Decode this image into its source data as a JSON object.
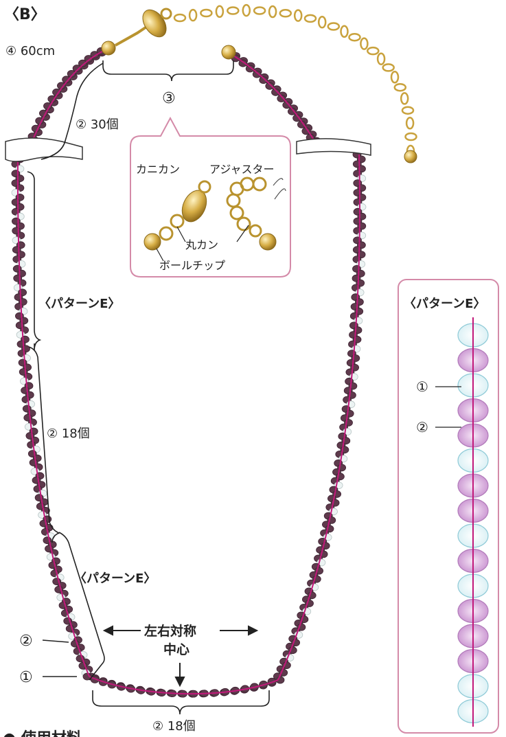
{
  "figure_label": "〈B〉",
  "labels": {
    "thread": "④ 60cm",
    "count_top": "② 30個",
    "clasp_marker": "③",
    "pattern_e_1": "〈パターンE〉",
    "count_mid": "② 18個",
    "pattern_e_2": "〈パターンE〉",
    "symmetry_l1": "左右対称",
    "symmetry_l2": "中心",
    "count_bottom": "② 18個",
    "ptr_bead2": "②",
    "ptr_bead1": "①",
    "cut_text": "● 使用材料"
  },
  "clasp_box": {
    "crab_clasp": "カニカン",
    "adjuster": "アジャスター",
    "jump_ring": "丸カン",
    "ball_tip": "ボールチップ"
  },
  "pattern_box": {
    "title": "〈パターンE〉",
    "ptr1": "①",
    "ptr2": "②",
    "sequence": [
      "1",
      "2",
      "1",
      "2",
      "2",
      "1",
      "2",
      "2",
      "1",
      "2",
      "1",
      "2",
      "2",
      "2",
      "1",
      "1"
    ]
  },
  "colors": {
    "thread": "#c2187a",
    "bead_dark": "#5e3a4c",
    "bead_light": "#ecf3f3",
    "bead_pink": "#d8a8dc",
    "bead_pale": "#e6f6fa",
    "box_border": "#d48aa8",
    "gold": "#c9a23d"
  }
}
